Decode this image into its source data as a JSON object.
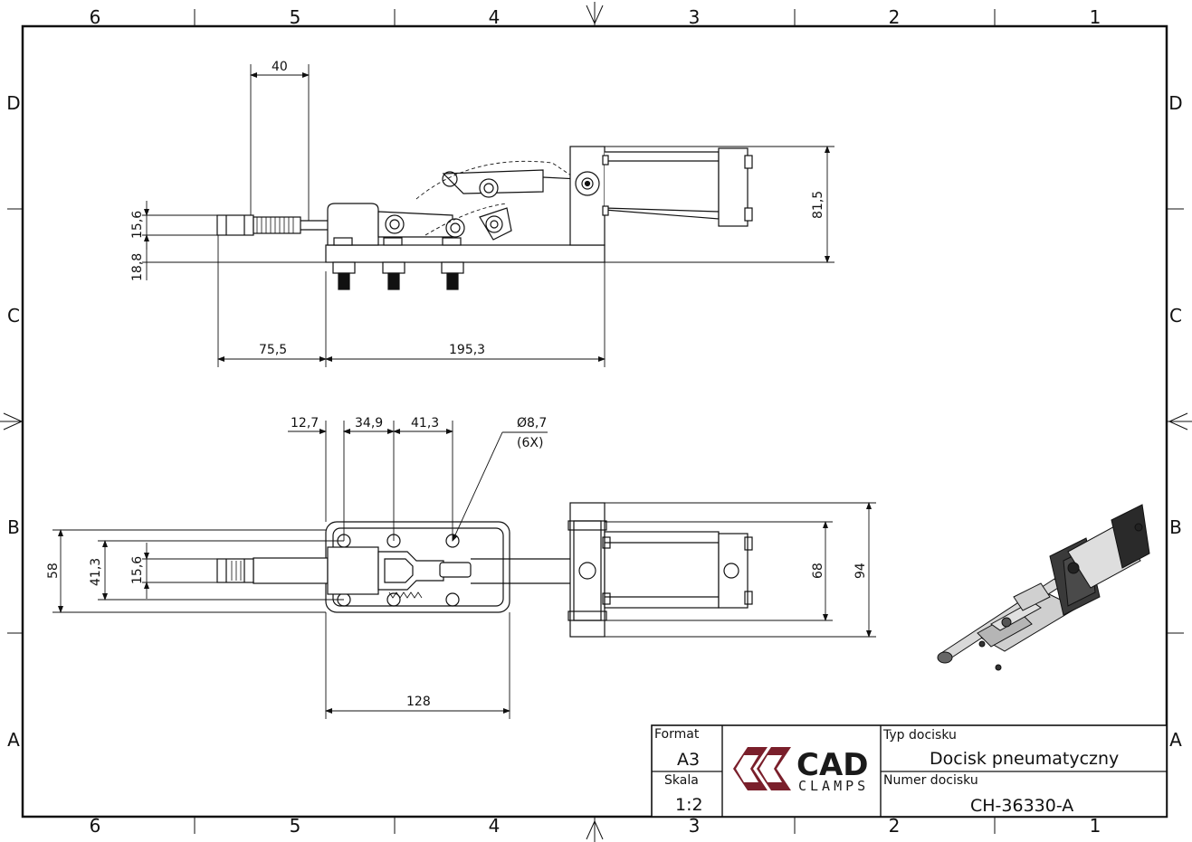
{
  "zones": {
    "columns": [
      "6",
      "5",
      "4",
      "3",
      "2",
      "1"
    ],
    "rows": [
      "D",
      "C",
      "B",
      "A"
    ]
  },
  "side_view": {
    "dims": {
      "d40": "40",
      "d15_6": "15,6",
      "d18_8": "18,8",
      "d81_5": "81,5",
      "d75_5": "75,5",
      "d195_3": "195,3"
    }
  },
  "top_view": {
    "dims": {
      "d12_7": "12,7",
      "d34_9": "34,9",
      "d41_3": "41,3",
      "hole_diam": "Ø8,7",
      "hole_count": "(6X)",
      "d58": "58",
      "d41_3_v": "41,3",
      "d15_6_v": "15,6",
      "d68": "68",
      "d94": "94",
      "d128": "128"
    }
  },
  "title_block": {
    "format_label": "Format",
    "format_value": "A3",
    "scale_label": "Skala",
    "scale_value": "1:2",
    "type_label": "Typ docisku",
    "type_value": "Docisk pneumatyczny",
    "number_label": "Numer docisku",
    "number_value": "CH-36330-A",
    "logo_main": "CAD",
    "logo_sub": "CLAMPS",
    "logo_color": "#7a1f2b"
  }
}
